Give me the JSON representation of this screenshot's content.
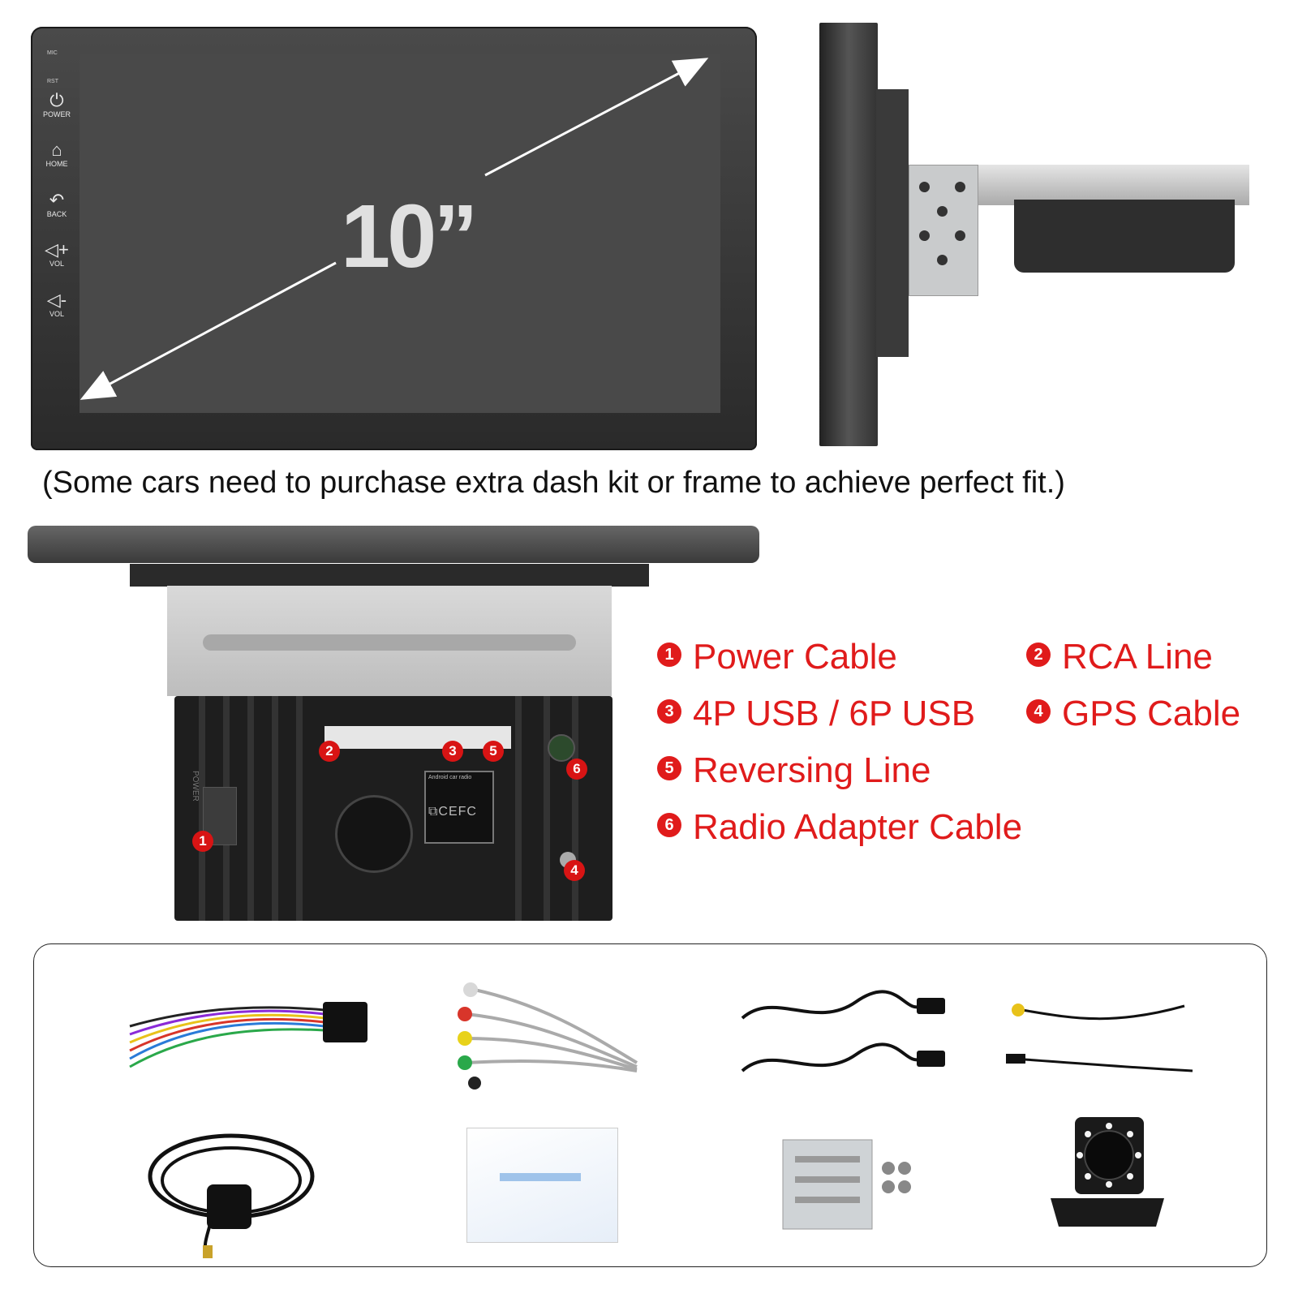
{
  "front": {
    "mic_label": "MIC",
    "rst_label": "RST",
    "buttons": [
      {
        "icon": "power-icon",
        "glyph": "⏻",
        "label": "POWER"
      },
      {
        "icon": "home-icon",
        "glyph": "⌂",
        "label": "HOME"
      },
      {
        "icon": "back-icon",
        "glyph": "↶",
        "label": "BACK"
      },
      {
        "icon": "volume-up-icon",
        "glyph": "◁+",
        "label": "VOL"
      },
      {
        "icon": "volume-down-icon",
        "glyph": "◁-",
        "label": "VOL"
      }
    ],
    "size_label": "10”"
  },
  "notice": "(Some cars need to purchase extra dash kit or frame to achieve perfect fit.)",
  "rear": {
    "power_label": "POWER",
    "sticker_title": "Android car radio",
    "sticker_cert": "⧉CEFC",
    "markers": [
      "1",
      "2",
      "3",
      "4",
      "5",
      "6"
    ]
  },
  "legend": [
    {
      "num": "1",
      "label": "Power Cable"
    },
    {
      "num": "2",
      "label": "RCA Line"
    },
    {
      "num": "3",
      "label": "4P USB / 6P USB"
    },
    {
      "num": "4",
      "label": "GPS Cable"
    },
    {
      "num": "5",
      "label": "Reversing Line"
    },
    {
      "num": "6",
      "label": "Radio Adapter Cable"
    }
  ],
  "colors": {
    "accent_red": "#e01b1b",
    "bezel": "#2a2a2a",
    "screen": "#494949"
  }
}
